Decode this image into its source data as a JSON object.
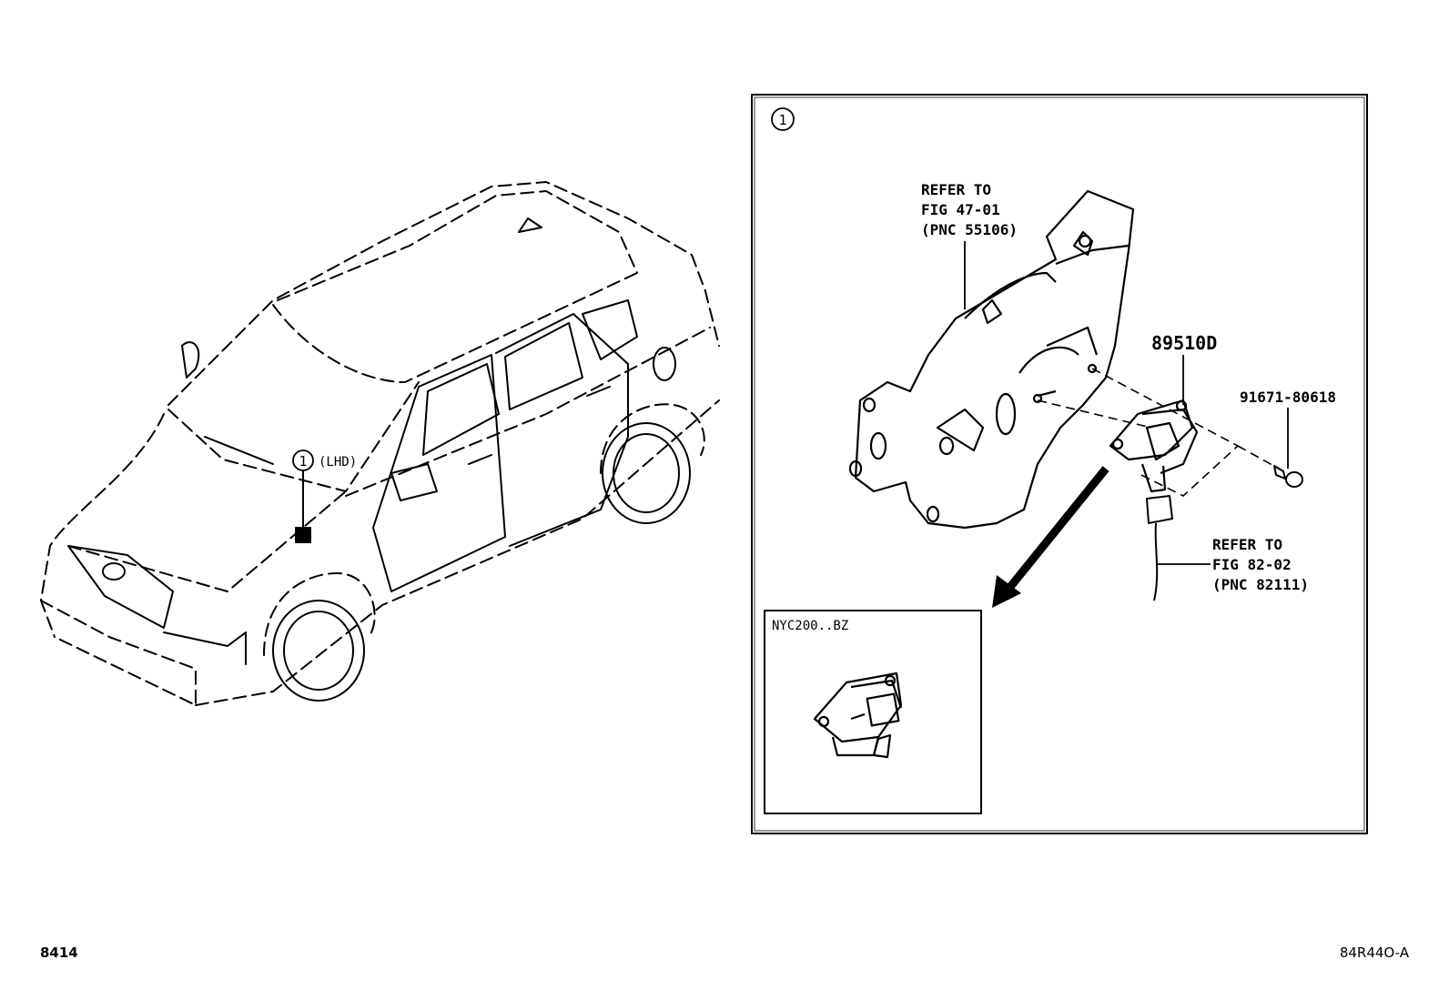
{
  "page": {
    "figure_number": "8414",
    "illustration_code": "84R44O-A"
  },
  "vehicle": {
    "callout_number": "1",
    "callout_note": "(LHD)"
  },
  "detail_panel": {
    "callout_number": "1",
    "refer_bracket": {
      "line1": "REFER TO",
      "line2": "FIG 47-01",
      "line3": "(PNC 55106)"
    },
    "refer_harness": {
      "line1": "REFER TO",
      "line2": "FIG 82-02",
      "line3": "(PNC 82111)"
    },
    "part_sensor": "89510D",
    "part_bolt": "91671-80618",
    "inset": {
      "label": "NYC200..BZ"
    }
  },
  "colors": {
    "line": "#000000",
    "background": "#ffffff"
  }
}
